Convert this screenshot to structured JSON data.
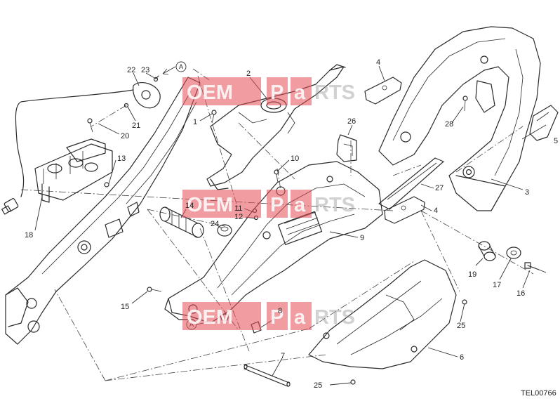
{
  "drawing_code": "TEL00766",
  "reference_marker": "A",
  "watermark": {
    "brand_left": "OEM",
    "brand_mid": "P",
    "brand_a": "a",
    "brand_right": "RTS",
    "color": "#e34a52"
  },
  "callouts": [
    {
      "id": "c1",
      "label": "1"
    },
    {
      "id": "c2",
      "label": "2"
    },
    {
      "id": "c3",
      "label": "3"
    },
    {
      "id": "c4a",
      "label": "4"
    },
    {
      "id": "c4b",
      "label": "4"
    },
    {
      "id": "c5",
      "label": "5"
    },
    {
      "id": "c6",
      "label": "6"
    },
    {
      "id": "c7",
      "label": "7"
    },
    {
      "id": "c8",
      "label": "8"
    },
    {
      "id": "c9",
      "label": "9"
    },
    {
      "id": "c10",
      "label": "10"
    },
    {
      "id": "c11",
      "label": "11"
    },
    {
      "id": "c12",
      "label": "12"
    },
    {
      "id": "c13",
      "label": "13"
    },
    {
      "id": "c14",
      "label": "14"
    },
    {
      "id": "c15",
      "label": "15"
    },
    {
      "id": "c16",
      "label": "16"
    },
    {
      "id": "c17",
      "label": "17"
    },
    {
      "id": "c18",
      "label": "18"
    },
    {
      "id": "c19",
      "label": "19"
    },
    {
      "id": "c20",
      "label": "20"
    },
    {
      "id": "c21",
      "label": "21"
    },
    {
      "id": "c22",
      "label": "22"
    },
    {
      "id": "c23",
      "label": "23"
    },
    {
      "id": "c24",
      "label": "24"
    },
    {
      "id": "c25a",
      "label": "25"
    },
    {
      "id": "c25b",
      "label": "25"
    },
    {
      "id": "c26",
      "label": "26"
    },
    {
      "id": "c27",
      "label": "27"
    },
    {
      "id": "c28",
      "label": "28"
    }
  ]
}
